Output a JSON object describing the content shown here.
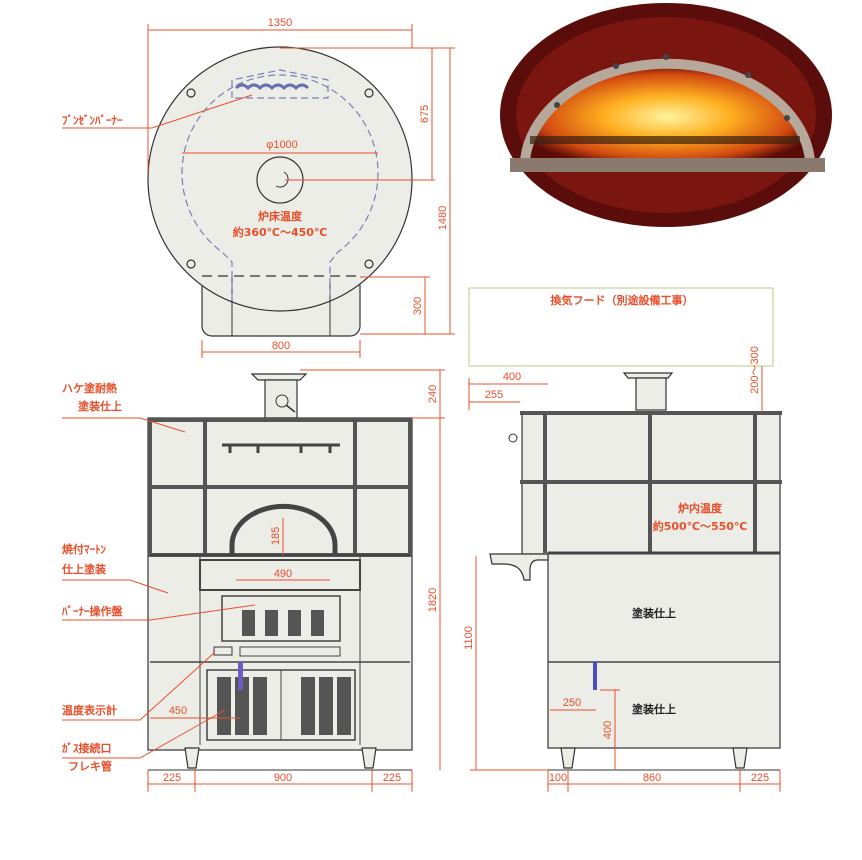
{
  "top_view": {
    "width_dim": "1350",
    "dim_675": "675",
    "dim_1480": "1480",
    "dim_300": "300",
    "dim_800": "800",
    "diameter": "φ1000",
    "burner_label": "ﾌﾞﾝｾﾞﾝﾊﾞｰﾅｰ",
    "floor_temp_title": "炉床温度",
    "floor_temp_range": "約360℃～450℃"
  },
  "front_view": {
    "label_paint1": "ハケ塗耐熱",
    "label_paint2": "塗装仕上",
    "label_marton1": "焼付ﾏｰﾄﾝ",
    "label_marton2": "仕上塗装",
    "label_panel": "ﾊﾞｰﾅｰ操作盤",
    "label_thermo": "温度表示計",
    "label_gas1": "ｶﾞｽ接続口",
    "label_gas2": "フレキ管",
    "dim_240": "240",
    "dim_1820": "1820",
    "dim_185": "185",
    "dim_490": "490",
    "dim_450": "450",
    "dim_225_left": "225",
    "dim_900": "900",
    "dim_225_right": "225"
  },
  "side_view": {
    "hood_label": "換気フード（別途設備工事）",
    "dim_200_300": "200～300",
    "dim_400": "400",
    "dim_255": "255",
    "inner_temp_title": "炉内温度",
    "inner_temp_range": "約500℃～550℃",
    "finish_upper": "塗装仕上",
    "finish_lower": "塗装仕上",
    "dim_1100": "1100",
    "dim_250": "250",
    "dim_400_lower": "400",
    "dim_100": "100",
    "dim_860": "860",
    "dim_225": "225"
  },
  "colors": {
    "dimension": "#e8502c",
    "hood": "#b9c98a",
    "dashed": "#7a7fb8"
  }
}
